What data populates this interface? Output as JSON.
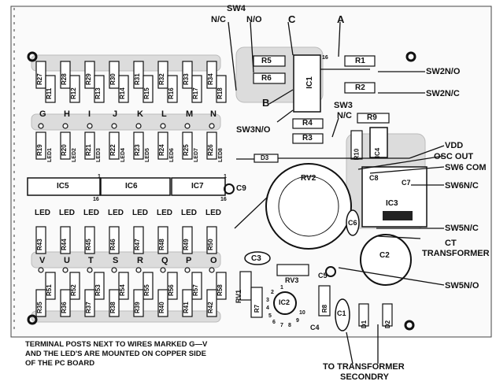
{
  "switch_labels": {
    "sw4": "SW4",
    "sw4_nc": "N/C",
    "sw4_no": "N/O",
    "point_c": "C",
    "point_a": "A",
    "point_b": "B",
    "sw2_no": "SW2N/O",
    "sw2_nc": "SW2N/C",
    "sw3": "SW3",
    "sw3_nc": "N/C",
    "sw3_no": "SW3N/O",
    "vdd": "VDD",
    "osc_out": "OSC OUT",
    "sw6_com": "SW6 COM",
    "sw6_nc": "SW6N/C",
    "sw5_nc": "SW5N/C",
    "ct": "CT",
    "transformer": "TRANSFORMER",
    "sw5_no": "SW5N/O",
    "to_transformer": "TO TRANSFORMER",
    "secondary": "SECONDRY"
  },
  "terminal_letters_top": [
    "G",
    "H",
    "I",
    "J",
    "K",
    "L",
    "M",
    "N"
  ],
  "terminal_letters_bottom": [
    "V",
    "U",
    "T",
    "S",
    "R",
    "Q",
    "P",
    "O"
  ],
  "resistors_top": [
    "R27",
    "R28",
    "R29",
    "R30",
    "R31",
    "R32",
    "R33",
    "R34"
  ],
  "resistors_top_inner": [
    "R11",
    "R12",
    "R13",
    "R14",
    "R15",
    "R16",
    "R17",
    "R18"
  ],
  "resistors_led_upper": [
    "R19",
    "R20",
    "R21",
    "R22",
    "R23",
    "R24",
    "R25",
    "R26"
  ],
  "leds_upper": [
    "LED1",
    "LED2",
    "LED3",
    "LED4",
    "LED5",
    "LED6",
    "LED7",
    "LED8"
  ],
  "ics_row": [
    "IC5",
    "IC6",
    "IC7"
  ],
  "leds_lower": [
    "LED",
    "LED",
    "LED",
    "LED",
    "LED",
    "LED",
    "LED",
    "LED"
  ],
  "resistors_led_lower": [
    "R43",
    "R44",
    "R45",
    "R46",
    "R47",
    "R48",
    "R49",
    "R50"
  ],
  "resistors_bottom_inner": [
    "R51",
    "R52",
    "R53",
    "R54",
    "R55",
    "R56",
    "R57",
    "R58"
  ],
  "resistors_bottom": [
    "R35",
    "R36",
    "R37",
    "R38",
    "R39",
    "R40",
    "R41",
    "R42"
  ],
  "components": {
    "r5": "R5",
    "r6": "R6",
    "r1": "R1",
    "r2": "R2",
    "ic1": "IC1",
    "r4": "R4",
    "r3": "R3",
    "r9": "R9",
    "r10": "R10",
    "ic4": "IC4",
    "d3": "D3",
    "c9": "C9",
    "rv2": "RV2",
    "c8": "C8",
    "c7": "C7",
    "ic3": "IC3",
    "c6": "C6",
    "c2": "C2",
    "c3": "C3",
    "rv1": "RV1",
    "rv3": "RV3",
    "r7": "R7",
    "ic2": "IC2",
    "c5": "C5",
    "r8": "R8",
    "c4": "C4",
    "c1": "C1",
    "d1": "D1",
    "d2": "D2"
  },
  "pin_numbers": {
    "ic1_pin16": "16",
    "ic5_pin1": "1",
    "ic5_pin16": "16",
    "ic7_pin1": "1",
    "ic7_pin16": "16",
    "ic2_pins": [
      "1",
      "2",
      "3",
      "4",
      "5",
      "6",
      "7",
      "8",
      "9",
      "10"
    ]
  },
  "note_lines": [
    "TERMINAL POSTS NEXT TO WIRES MARKED G—V",
    "AND THE LED'S ARE MOUNTED ON COPPER SIDE",
    "OF THE PC BOARD"
  ]
}
